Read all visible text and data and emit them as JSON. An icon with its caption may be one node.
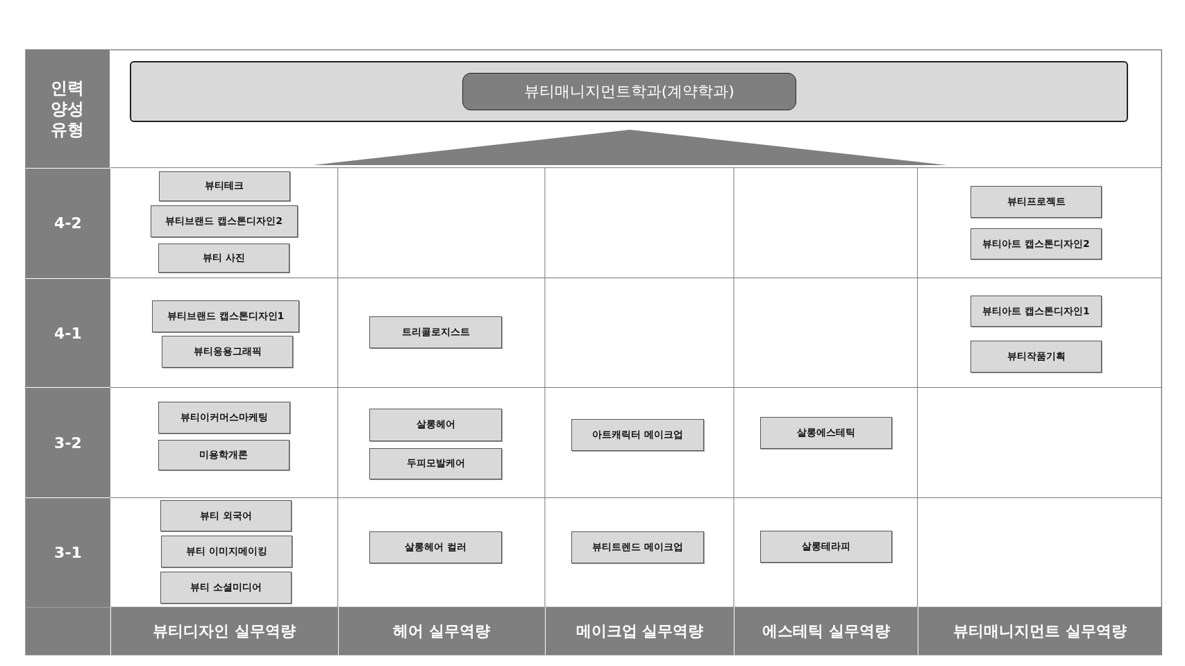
{
  "diagram": {
    "nodes": [
      {
        "text": [
          "인력 양성 유형"
        ]
      },
      {
        "text": [],
        "shape": "box"
      },
      {
        "text": [
          "뷰티매니지먼트학과(계약학과)"
        ],
        "in": 1
      },
      {
        "text": [],
        "shape": "triangle"
      },
      {
        "text": [
          "4-2"
        ]
      },
      {
        "text": [
          "뷰티테크"
        ]
      },
      {
        "text": [
          "뷰티브랜드 캡스톤디자인2"
        ]
      },
      {
        "text": [
          "뷰티 사진"
        ]
      },
      {
        "text": [
          "뷰티프로젝트"
        ]
      },
      {
        "text": [
          "뷰티아트 캡스톤디자인2"
        ]
      },
      {
        "text": [
          "4-1"
        ]
      },
      {
        "text": [
          "뷰티브랜드 캡스톤디자인1"
        ]
      },
      {
        "text": [
          "뷰티응용그래픽"
        ]
      },
      {
        "text": [
          "트리콜로지스트"
        ]
      },
      {
        "text": [
          "뷰티아트 캡스톤디자인1"
        ]
      },
      {
        "text": [
          "뷰티작품기획"
        ]
      },
      {
        "text": [
          "3-2"
        ]
      },
      {
        "text": [
          "뷰티이커머스마케팅"
        ]
      },
      {
        "text": [
          "미용학개론"
        ]
      },
      {
        "text": [
          "살롱헤어"
        ]
      },
      {
        "text": [
          "두피모발케어"
        ]
      },
      {
        "text": [
          "아트캐릭터 메이크업"
        ]
      },
      {
        "text": [
          "살롱에스테틱"
        ]
      },
      {
        "text": [
          "3-1"
        ]
      },
      {
        "text": [
          "뷰티 외국어"
        ]
      },
      {
        "text": [
          "뷰티 이미지메이킹"
        ]
      },
      {
        "text": [
          "뷰티 소셜미디어"
        ]
      },
      {
        "text": [
          "살롱헤어 컬러"
        ]
      },
      {
        "text": [
          "뷰티트렌드 메이크업"
        ]
      },
      {
        "text": [
          "살롱테라피"
        ]
      },
      {
        "text": [
          "뷰티디자인 실무역량"
        ]
      },
      {
        "text": [
          "헤어 실무역량"
        ]
      },
      {
        "text": [
          "메이크업 실무역량"
        ]
      },
      {
        "text": [
          "에스테틱 실무역량"
        ]
      },
      {
        "text": [
          "뷰티매니지먼트 실무역량"
        ]
      }
    ]
  }
}
